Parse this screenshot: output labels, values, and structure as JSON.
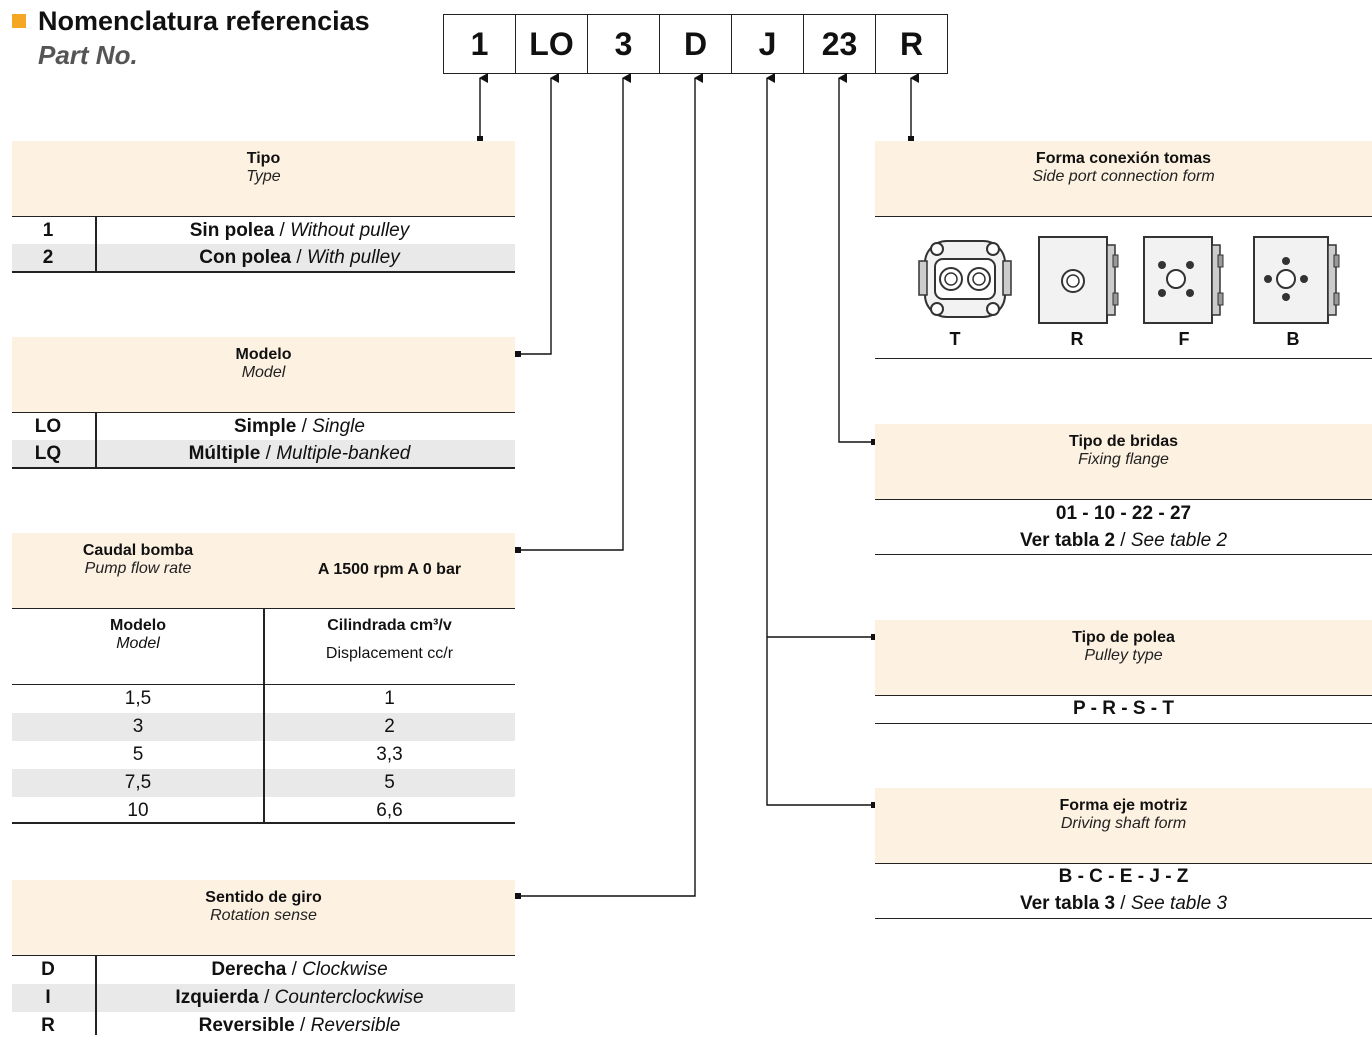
{
  "heading": {
    "title": "Nomenclatura referencias",
    "subtitle": "Part No."
  },
  "code": [
    "1",
    "LO",
    "3",
    "D",
    "J",
    "23",
    "R"
  ],
  "tipo": {
    "title": "Tipo",
    "subtitle": "Type",
    "rows": [
      {
        "code": "1",
        "es": "Sin polea",
        "en": "Without pulley"
      },
      {
        "code": "2",
        "es": "Con polea",
        "en": "With pulley"
      }
    ]
  },
  "modelo": {
    "title": "Modelo",
    "subtitle": "Model",
    "rows": [
      {
        "code": "LO",
        "es": "Simple",
        "en": "Single"
      },
      {
        "code": "LQ",
        "es": "Múltiple",
        "en": "Multiple-banked"
      }
    ]
  },
  "caudal": {
    "title": "Caudal bomba",
    "subtitle": "Pump flow rate",
    "condition": "A 1500 rpm A 0 bar",
    "col1_title": "Modelo",
    "col1_subtitle": "Model",
    "col2_title": "Cilindrada cm³/v",
    "col2_subtitle": "Displacement cc/r",
    "rows": [
      {
        "model": "1,5",
        "disp": "1"
      },
      {
        "model": "3",
        "disp": "2"
      },
      {
        "model": "5",
        "disp": "3,3"
      },
      {
        "model": "7,5",
        "disp": "5"
      },
      {
        "model": "10",
        "disp": "6,6"
      }
    ]
  },
  "sentido": {
    "title": "Sentido de giro",
    "subtitle": "Rotation sense",
    "rows": [
      {
        "code": "D",
        "es": "Derecha",
        "en": "Clockwise"
      },
      {
        "code": "I",
        "es": "Izquierda",
        "en": "Counterclockwise"
      },
      {
        "code": "R",
        "es": "Reversible",
        "en": "Reversible"
      }
    ]
  },
  "conexion": {
    "title": "Forma conexión tomas",
    "subtitle": "Side port connection form",
    "options": [
      "T",
      "R",
      "F",
      "B"
    ]
  },
  "bridas": {
    "title": "Tipo de bridas",
    "subtitle": "Fixing flange",
    "values": "01 - 10 - 22 - 27",
    "ref_es": "Ver tabla 2",
    "ref_en": "See table 2"
  },
  "polea": {
    "title": "Tipo de polea",
    "subtitle": "Pulley type",
    "values": "P - R - S - T"
  },
  "eje": {
    "title": "Forma eje motriz",
    "subtitle": "Driving shaft form",
    "values": "B - C - E - J - Z",
    "ref_es": "Ver tabla 3",
    "ref_en": "See table 3"
  },
  "colors": {
    "accent": "#f5a623",
    "header_fill": "#fdf1e1",
    "row_shade": "#e9e9e9"
  }
}
